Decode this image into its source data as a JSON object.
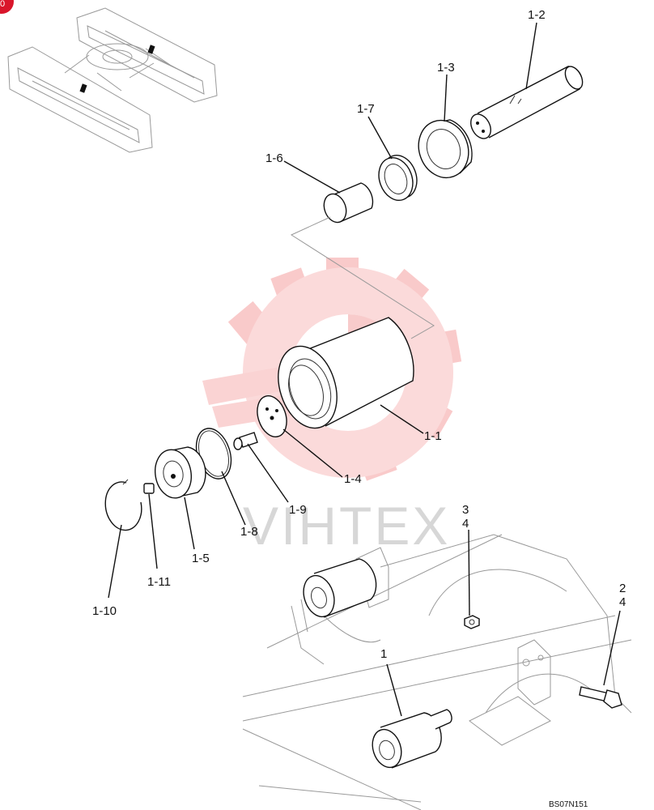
{
  "page_badge": "0",
  "watermark": {
    "text": "VIHTEX",
    "color": "#f7b3b3"
  },
  "callouts": {
    "c1_2": "1-2",
    "c1_3": "1-3",
    "c1_7": "1-7",
    "c1_6": "1-6",
    "c1_1": "1-1",
    "c1_4": "1-4",
    "c1_9": "1-9",
    "c1_8": "1-8",
    "c1_5": "1-5",
    "c1_11": "1-11",
    "c1_10": "1-10",
    "c3": "3",
    "c4a": "4",
    "c2": "2",
    "c4b": "4",
    "c1": "1"
  },
  "drawing_code": "BS07N151"
}
